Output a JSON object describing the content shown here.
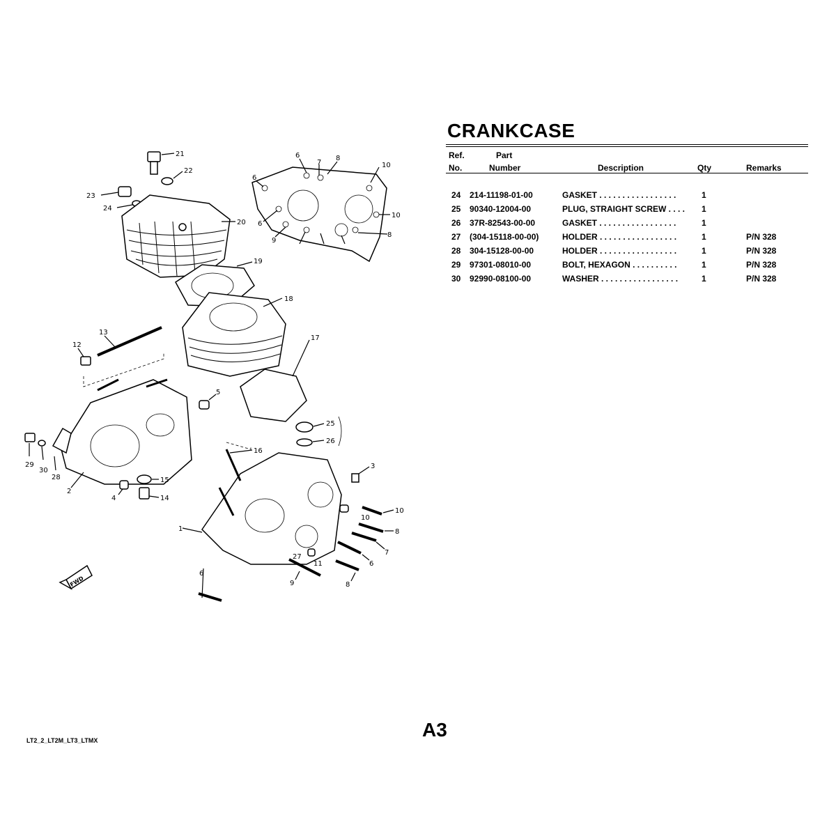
{
  "title": "CRANKCASE",
  "headers": {
    "ref_line1": "Ref.",
    "ref_line2": "No.",
    "part_line1": "Part",
    "part_line2": "Number",
    "description": "Description",
    "qty": "Qty",
    "remarks": "Remarks"
  },
  "rows": [
    {
      "ref": "24",
      "part": "214-11198-01-00",
      "description": "GASKET  . . . . . . . . . . . . . . . . .",
      "qty": "1",
      "remarks": ""
    },
    {
      "ref": "25",
      "part": "90340-12004-00",
      "description": "PLUG, STRAIGHT SCREW  . . . .",
      "qty": "1",
      "remarks": ""
    },
    {
      "ref": "26",
      "part": "37R-82543-00-00",
      "description": "GASKET  . . . . . . . . . . . . . . . . .",
      "qty": "1",
      "remarks": ""
    },
    {
      "ref": "27",
      "part": "(304-15118-00-00)",
      "description": "HOLDER  . . . . . . . . . . . . . . . . .",
      "qty": "1",
      "remarks": "P/N 328"
    },
    {
      "ref": "28",
      "part": "304-15128-00-00",
      "description": "HOLDER  . . . . . . . . . . . . . . . . .",
      "qty": "1",
      "remarks": "P/N 328"
    },
    {
      "ref": "29",
      "part": "97301-08010-00",
      "description": "BOLT, HEXAGON  . . . . . . . . . .",
      "qty": "1",
      "remarks": "P/N 328"
    },
    {
      "ref": "30",
      "part": "92990-08100-00",
      "description": "WASHER  . . . . . . . . . . . . . . . . .",
      "qty": "1",
      "remarks": "P/N 328"
    }
  ],
  "page_number": "A3",
  "footer_code": "LT2_2_LT2M_LT3_LTMX",
  "diagram": {
    "labels": [
      "21",
      "22",
      "23",
      "24",
      "20",
      "19",
      "18",
      "17",
      "13",
      "12",
      "5",
      "25",
      "26",
      "16",
      "3",
      "29",
      "30",
      "28",
      "2",
      "4",
      "15",
      "14",
      "1",
      "10",
      "8",
      "7",
      "6",
      "9",
      "11",
      "27",
      "6",
      "8",
      "10",
      "7",
      "6",
      "9",
      "6",
      "8",
      "10",
      "10",
      "8",
      "6",
      "FWD"
    ]
  }
}
